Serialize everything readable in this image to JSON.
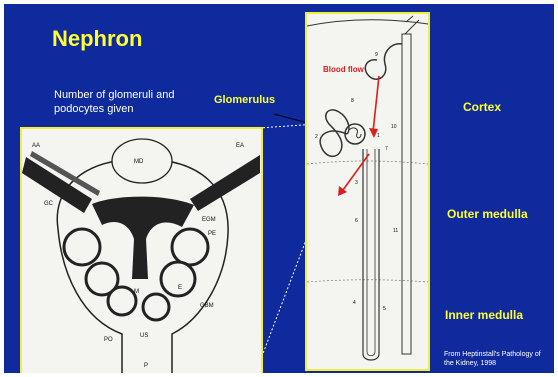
{
  "title": "Nephron",
  "note": "Number of glomeruli and podocytes given",
  "glomerulus_label": "Glomerulus",
  "blood_flow_label": "Blood flow",
  "regions": {
    "cortex": "Cortex",
    "outer_medulla": "Outer medulla",
    "inner_medulla": "Inner medulla"
  },
  "credit": "From Heptinstall's Pathology of the Kidney, 1998",
  "left_diagram_labels": {
    "aa": "AA",
    "md": "MD",
    "ea": "EA",
    "gc": "GC",
    "egm": "EGM",
    "pe": "PE",
    "m": "M",
    "e": "E",
    "gbm": "GBM",
    "po": "PO",
    "us": "US",
    "p": "P"
  },
  "right_diagram_numbers": {
    "n1": "1",
    "n2": "2",
    "n3": "3",
    "n4": "4",
    "n5": "5",
    "n6": "6",
    "n7": "7",
    "n8": "8",
    "n9": "9",
    "n10": "10",
    "n11": "11"
  },
  "colors": {
    "background": "#0e2a9c",
    "title": "#ffff33",
    "frame": "#f2ee3a",
    "arrow": "#dd1e1e"
  }
}
